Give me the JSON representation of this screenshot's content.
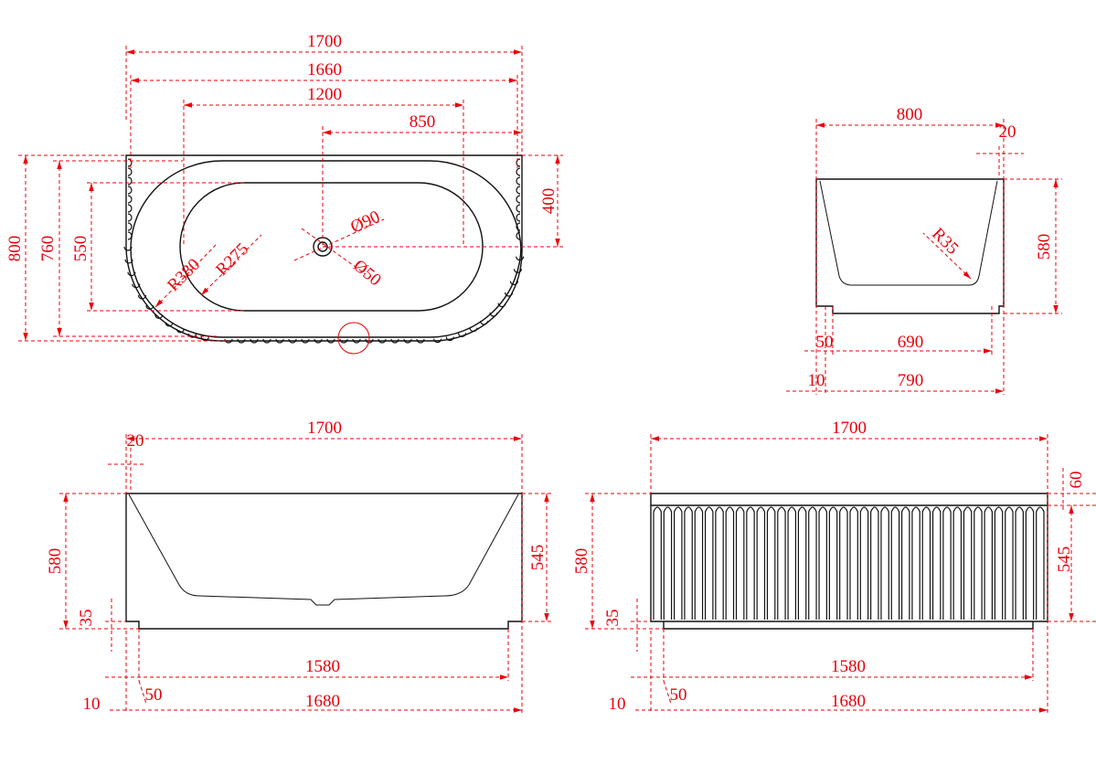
{
  "colors": {
    "dimension": "#e8000b",
    "outline": "#111111",
    "background": "#ffffff"
  },
  "top_view": {
    "dims": {
      "overall_length": "1700",
      "inner_length": "1660",
      "basin_length": "1200",
      "drain_offset": "850",
      "overall_width": "800",
      "inner_width": "760",
      "basin_width": "550",
      "drain_from_wall": "400",
      "outer_radius": "R380",
      "inner_radius": "R275",
      "drain_outer": "Ø90",
      "drain_inner": "Ø50"
    }
  },
  "end_view": {
    "dims": {
      "width": "800",
      "rim": "20",
      "height": "580",
      "radius": "R35",
      "plinth_offset": "50",
      "plinth_width": "690",
      "base_offset": "10",
      "base_width": "790"
    }
  },
  "front_view": {
    "dims": {
      "length": "1700",
      "rim": "20",
      "height": "580",
      "inner_height": "545",
      "plinth_height": "35",
      "plinth_length": "1580",
      "plinth_offset": "50",
      "base_offset": "10",
      "base_length": "1680"
    }
  },
  "fluted_view": {
    "dims": {
      "length": "1700",
      "rim_height": "60",
      "height": "580",
      "body_height": "545",
      "plinth_height": "35",
      "plinth_length": "1580",
      "plinth_offset": "50",
      "base_offset": "10",
      "base_length": "1680"
    }
  }
}
